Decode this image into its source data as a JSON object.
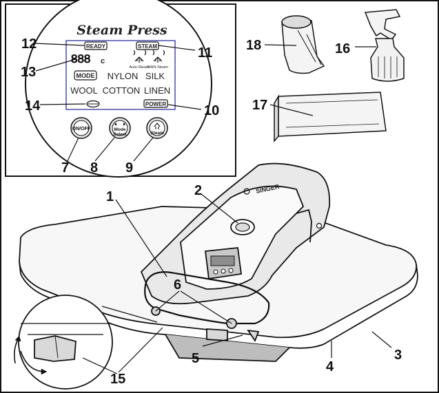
{
  "panel": {
    "title": "Steam Press",
    "ready": "READY",
    "steam": "STEAM",
    "temp_digits": "888",
    "temp_unit": "c",
    "auto_steam": "Auto-Steam",
    "man_steam": "MAN-Steam",
    "mode_badge": "MODE",
    "fabric_row1": [
      "NYLON",
      "SILK"
    ],
    "fabric_row2": [
      "WOOL",
      "COTTON",
      "LINEN"
    ],
    "power": "POWER",
    "buttons": {
      "onoff": "ON/OFF",
      "mode_line1": "Mode",
      "mode_line2": "Select",
      "steam": "Steam"
    }
  },
  "brand": "SINGER",
  "callouts": [
    "1",
    "2",
    "3",
    "4",
    "5",
    "6",
    "7",
    "8",
    "9",
    "10",
    "11",
    "12",
    "13",
    "14",
    "15",
    "16",
    "17",
    "18"
  ],
  "colors": {
    "line": "#111111",
    "shade": "#cfcfcf",
    "dark": "#3a3a3a"
  }
}
